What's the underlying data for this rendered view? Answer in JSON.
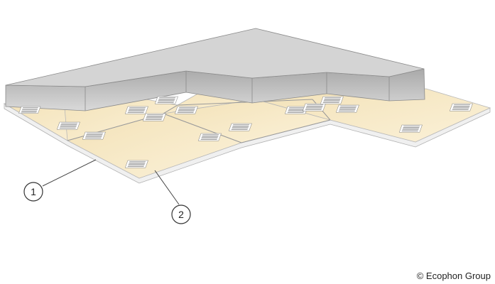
{
  "callouts": [
    {
      "label": "1"
    },
    {
      "label": "2"
    }
  ],
  "copyright": "© Ecophon Group",
  "colors": {
    "panel_face": "#f7e9c6",
    "panel_edge": "#e6e6e6",
    "slab_top": "#d6d6d6",
    "slab_side": "#bdbdbd"
  },
  "icons": [
    "adhesive-stripes-icon"
  ]
}
